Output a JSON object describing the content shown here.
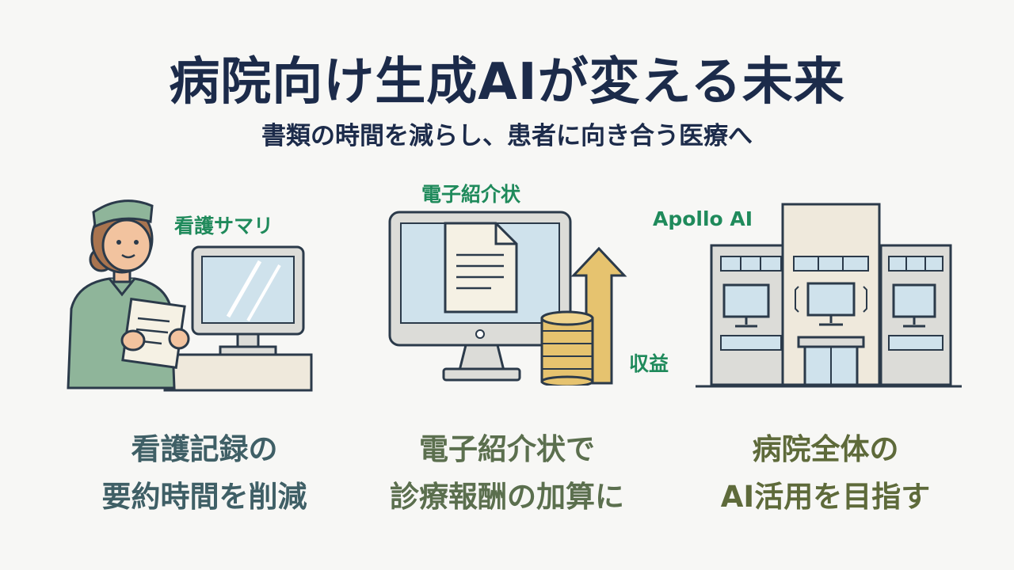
{
  "title": "病院向け生成AIが変える未来",
  "subtitle": "書類の時間を減らし、患者に向き合う医療へ",
  "panels": [
    {
      "tag": "看護サマリ",
      "caption_line1": "看護記録の",
      "caption_line2": "要約時間を削減"
    },
    {
      "tag_top": "電子紹介状",
      "tag_revenue": "収益",
      "caption_line1": "電子紹介状で",
      "caption_line2": "診療報酬の加算に"
    },
    {
      "tag": "Apollo AI",
      "caption_line1": "病院全体の",
      "caption_line2": "AI活用を目指す"
    }
  ],
  "colors": {
    "title": "#1c2b4a",
    "tag_green": "#1f8a5b",
    "screen_blue": "#cfe2ec",
    "outline": "#2b3a4a"
  },
  "icons": [
    "nurse-icon",
    "monitor-icon",
    "document-icon",
    "coin-stack-icon",
    "up-arrow-icon",
    "hospital-building-icon"
  ]
}
